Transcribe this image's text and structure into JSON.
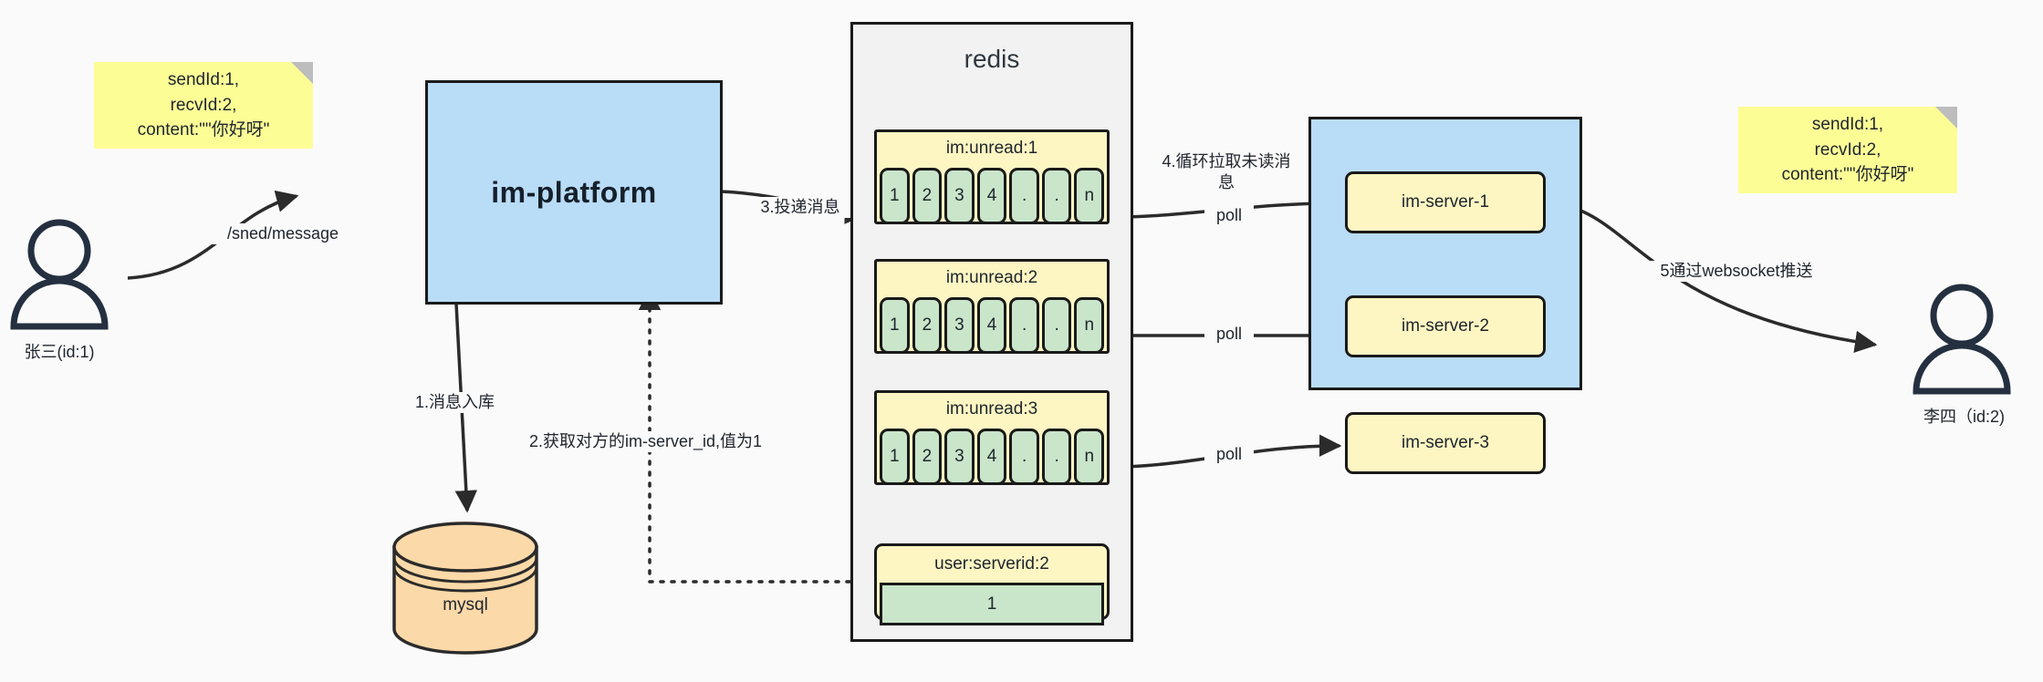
{
  "diagram": {
    "title": "IM message delivery architecture",
    "colors": {
      "note_yellow": "#fdfd96",
      "box_blue": "#b9dcf7",
      "key_yellow": "#fdf6c3",
      "cell_green": "#c9e5ca",
      "mysql_orange": "#fcd9a8",
      "stroke": "#1a1a1a",
      "canvas": "#fafafa"
    }
  },
  "actors": {
    "sender": {
      "label": "张三(id:1)",
      "icon": "user-icon"
    },
    "receiver": {
      "label": "李四（id:2)",
      "icon": "user-icon"
    }
  },
  "notes": {
    "left": "sendId:1,\nrecvId:2,\ncontent:\"\"你好呀\"",
    "right": "sendId:1,\nrecvId:2,\ncontent:\"\"你好呀\""
  },
  "platform": {
    "label": "im-platform"
  },
  "mysql": {
    "label": "mysql"
  },
  "redis": {
    "title": "redis",
    "keys": [
      {
        "name": "im:unread:1",
        "cells": [
          "1",
          "2",
          "3",
          "4",
          ".",
          ".",
          "n"
        ]
      },
      {
        "name": "im:unread:2",
        "cells": [
          "1",
          "2",
          "3",
          "4",
          ".",
          ".",
          "n"
        ]
      },
      {
        "name": "im:unread:3",
        "cells": [
          "1",
          "2",
          "3",
          "4",
          ".",
          ".",
          "n"
        ]
      }
    ],
    "serverid_key": {
      "name": "user:serverid:2",
      "value": "1"
    }
  },
  "servers": {
    "nodes": [
      {
        "label": "im-server-1"
      },
      {
        "label": "im-server-2"
      },
      {
        "label": "im-server-3"
      }
    ]
  },
  "edges": {
    "send_message": "/sned/message",
    "step1": "1.消息入库",
    "step2": "2.获取对方的im-server_id,值为1",
    "step3": "3.投递消息",
    "step4": "4.循环拉取未读消\n息",
    "step5": "5通过websocket推送",
    "poll1": "poll",
    "poll2": "poll",
    "poll3": "poll"
  }
}
